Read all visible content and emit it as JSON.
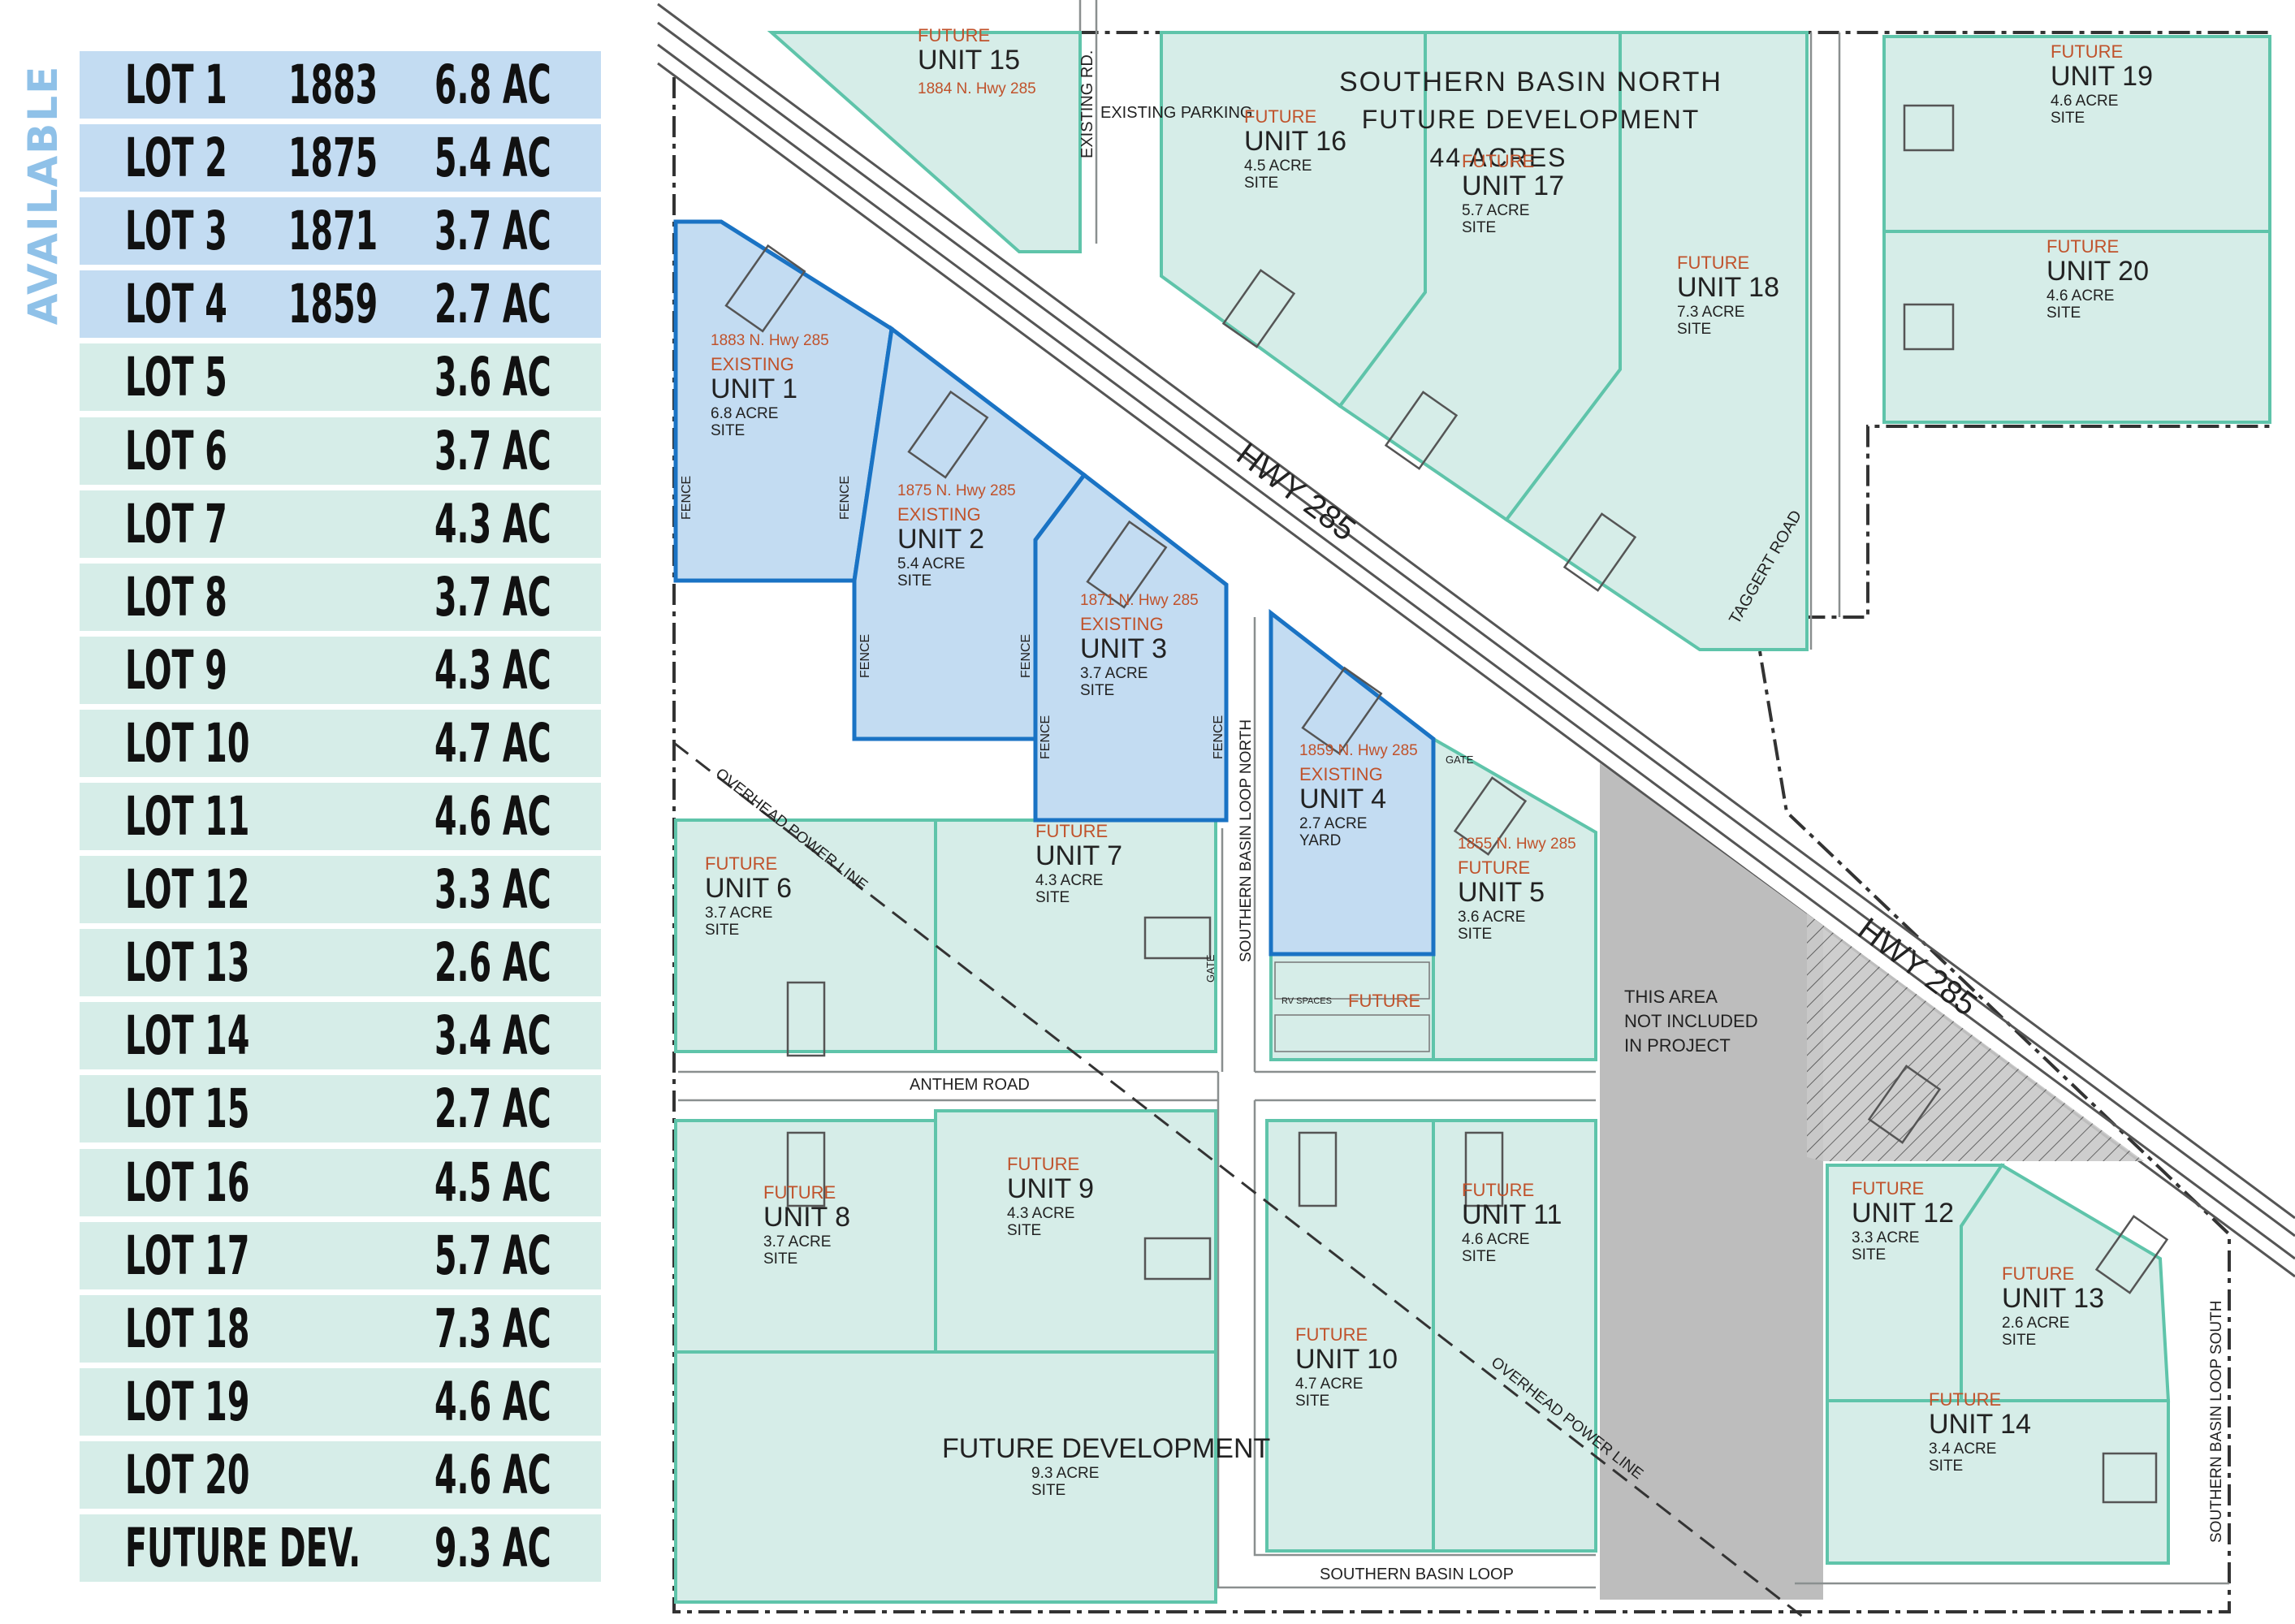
{
  "legend": {
    "side_label": "AVAILABLE",
    "colors": {
      "available": "#c3dcf2",
      "future": "#d6ede8",
      "available_text": "#8fc1e8"
    },
    "lots": [
      {
        "lot": "LOT 1",
        "address": "1883",
        "acres": "6.8 AC",
        "status": "available"
      },
      {
        "lot": "LOT 2",
        "address": "1875",
        "acres": "5.4 AC",
        "status": "available"
      },
      {
        "lot": "LOT 3",
        "address": "1871",
        "acres": "3.7 AC",
        "status": "available"
      },
      {
        "lot": "LOT 4",
        "address": "1859",
        "acres": "2.7 AC",
        "status": "available"
      },
      {
        "lot": "LOT 5",
        "address": "",
        "acres": "3.6 AC",
        "status": "future"
      },
      {
        "lot": "LOT 6",
        "address": "",
        "acres": "3.7 AC",
        "status": "future"
      },
      {
        "lot": "LOT 7",
        "address": "",
        "acres": "4.3 AC",
        "status": "future"
      },
      {
        "lot": "LOT 8",
        "address": "",
        "acres": "3.7 AC",
        "status": "future"
      },
      {
        "lot": "LOT 9",
        "address": "",
        "acres": "4.3 AC",
        "status": "future"
      },
      {
        "lot": "LOT 10",
        "address": "",
        "acres": "4.7 AC",
        "status": "future"
      },
      {
        "lot": "LOT 11",
        "address": "",
        "acres": "4.6 AC",
        "status": "future"
      },
      {
        "lot": "LOT 12",
        "address": "",
        "acres": "3.3 AC",
        "status": "future"
      },
      {
        "lot": "LOT 13",
        "address": "",
        "acres": "2.6 AC",
        "status": "future"
      },
      {
        "lot": "LOT 14",
        "address": "",
        "acres": "3.4 AC",
        "status": "future"
      },
      {
        "lot": "LOT 15",
        "address": "",
        "acres": "2.7 AC",
        "status": "future"
      },
      {
        "lot": "LOT 16",
        "address": "",
        "acres": "4.5 AC",
        "status": "future"
      },
      {
        "lot": "LOT 17",
        "address": "",
        "acres": "5.7 AC",
        "status": "future"
      },
      {
        "lot": "LOT 18",
        "address": "",
        "acres": "7.3 AC",
        "status": "future"
      },
      {
        "lot": "LOT 19",
        "address": "",
        "acres": "4.6 AC",
        "status": "future"
      },
      {
        "lot": "LOT 20",
        "address": "",
        "acres": "4.6 AC",
        "status": "future"
      },
      {
        "lot": "FUTURE DEV.",
        "address": "",
        "acres": "9.3 AC",
        "status": "future"
      }
    ]
  },
  "map": {
    "colors": {
      "parcel_fill": "#d6ede8",
      "parcel_stroke": "#5fc4aa",
      "existing_fill": "#c3dcf2",
      "existing_stroke": "#1a73c4",
      "excluded_fill": "#bdbdbd",
      "future_label": "#c0522b",
      "road_line": "#8a8f8f",
      "text": "#222222"
    },
    "title": {
      "line1": "SOUTHERN BASIN NORTH",
      "line2": "FUTURE DEVELOPMENT",
      "line3": "44 ACRES"
    },
    "roads": {
      "hwy_1": "HWY 285",
      "hwy_2": "HWY 285",
      "existing_rd": "EXISTING RD.",
      "existing_parking": "EXISTING PARKING",
      "taggert": "TAGGERT ROAD",
      "anthem": "ANTHEM ROAD",
      "loop_north": "SOUTHERN BASIN LOOP NORTH",
      "loop": "SOUTHERN BASIN LOOP",
      "loop_south": "SOUTHERN BASIN LOOP SOUTH",
      "power_1": "OVERHEAD POWER LINE",
      "power_2": "OVERHEAD POWER LINE"
    },
    "excluded": {
      "line1": "THIS AREA",
      "line2": "NOT INCLUDED",
      "line3": "IN PROJECT"
    },
    "labels": {
      "fence": "FENCE",
      "gate": "GATE",
      "future_small": "FUTURE",
      "rv_spaces": "RV SPACES"
    },
    "units": [
      {
        "id": "unit-1",
        "status": "EXISTING",
        "name": "UNIT 1",
        "address": "1883 N. Hwy 285",
        "size": "6.8 ACRE",
        "kind": "SITE"
      },
      {
        "id": "unit-2",
        "status": "EXISTING",
        "name": "UNIT 2",
        "address": "1875 N. Hwy 285",
        "size": "5.4 ACRE",
        "kind": "SITE"
      },
      {
        "id": "unit-3",
        "status": "EXISTING",
        "name": "UNIT 3",
        "address": "1871 N. Hwy 285",
        "size": "3.7 ACRE",
        "kind": "SITE"
      },
      {
        "id": "unit-4",
        "status": "EXISTING",
        "name": "UNIT 4",
        "address": "1859 N. Hwy 285",
        "size": "2.7 ACRE",
        "kind": "YARD"
      },
      {
        "id": "unit-5",
        "status": "FUTURE",
        "name": "UNIT 5",
        "address": "1855 N. Hwy 285",
        "size": "3.6 ACRE",
        "kind": "SITE"
      },
      {
        "id": "unit-6",
        "status": "FUTURE",
        "name": "UNIT 6",
        "address": "",
        "size": "3.7 ACRE",
        "kind": "SITE"
      },
      {
        "id": "unit-7",
        "status": "FUTURE",
        "name": "UNIT 7",
        "address": "",
        "size": "4.3 ACRE",
        "kind": "SITE"
      },
      {
        "id": "unit-8",
        "status": "FUTURE",
        "name": "UNIT 8",
        "address": "",
        "size": "3.7 ACRE",
        "kind": "SITE"
      },
      {
        "id": "unit-9",
        "status": "FUTURE",
        "name": "UNIT 9",
        "address": "",
        "size": "4.3 ACRE",
        "kind": "SITE"
      },
      {
        "id": "unit-10",
        "status": "FUTURE",
        "name": "UNIT 10",
        "address": "",
        "size": "4.7 ACRE",
        "kind": "SITE"
      },
      {
        "id": "unit-11",
        "status": "FUTURE",
        "name": "UNIT 11",
        "address": "",
        "size": "4.6 ACRE",
        "kind": "SITE"
      },
      {
        "id": "unit-12",
        "status": "FUTURE",
        "name": "UNIT 12",
        "address": "",
        "size": "3.3 ACRE",
        "kind": "SITE"
      },
      {
        "id": "unit-13",
        "status": "FUTURE",
        "name": "UNIT 13",
        "address": "",
        "size": "2.6 ACRE",
        "kind": "SITE"
      },
      {
        "id": "unit-14",
        "status": "FUTURE",
        "name": "UNIT 14",
        "address": "",
        "size": "3.4 ACRE",
        "kind": "SITE"
      },
      {
        "id": "unit-15",
        "status": "FUTURE",
        "name": "UNIT 15",
        "address": "1884 N. Hwy 285",
        "size": "",
        "kind": ""
      },
      {
        "id": "unit-16",
        "status": "FUTURE",
        "name": "UNIT 16",
        "address": "",
        "size": "4.5 ACRE",
        "kind": "SITE"
      },
      {
        "id": "unit-17",
        "status": "FUTURE",
        "name": "UNIT 17",
        "address": "",
        "size": "5.7 ACRE",
        "kind": "SITE"
      },
      {
        "id": "unit-18",
        "status": "FUTURE",
        "name": "UNIT 18",
        "address": "",
        "size": "7.3 ACRE",
        "kind": "SITE"
      },
      {
        "id": "unit-19",
        "status": "FUTURE",
        "name": "UNIT 19",
        "address": "",
        "size": "4.6 ACRE",
        "kind": "SITE"
      },
      {
        "id": "unit-20",
        "status": "FUTURE",
        "name": "UNIT 20",
        "address": "",
        "size": "4.6 ACRE",
        "kind": "SITE"
      },
      {
        "id": "future-development",
        "status": "",
        "name": "FUTURE DEVELOPMENT",
        "address": "",
        "size": "9.3 ACRE",
        "kind": "SITE"
      }
    ]
  }
}
